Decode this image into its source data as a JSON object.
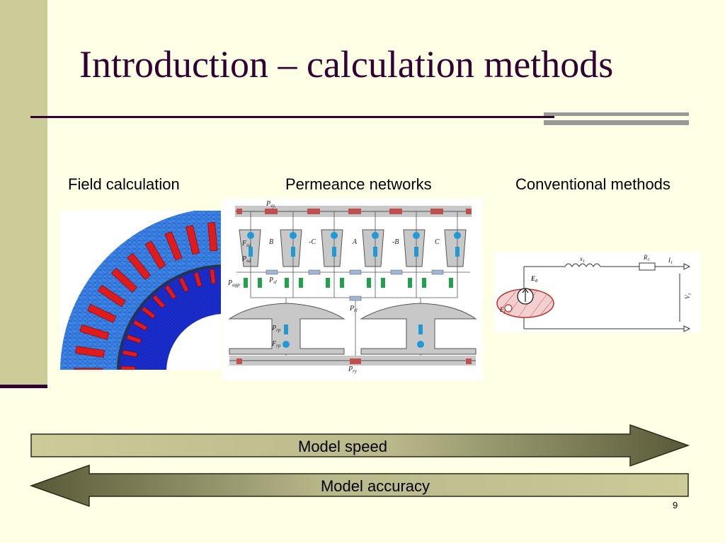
{
  "slide": {
    "title": "Introduction – calculation methods",
    "page_number": "9"
  },
  "columns": [
    {
      "label": "Field calculation"
    },
    {
      "label": "Permeance networks"
    },
    {
      "label": "Conventional methods"
    }
  ],
  "network": {
    "top_label": "P",
    "top_sub": "sy,",
    "phases": [
      "B",
      "-C",
      "A",
      "-B",
      "C"
    ],
    "labels": [
      {
        "main": "F",
        "sub": "sd"
      },
      {
        "main": "P",
        "sub": "sd"
      },
      {
        "main": "P",
        "sub": "sl"
      },
      {
        "main": "P",
        "sub": "agp"
      },
      {
        "main": "P",
        "sub": "rl"
      },
      {
        "main": "P",
        "sub": "rp"
      },
      {
        "main": "F",
        "sub": "rp"
      },
      {
        "main": "P",
        "sub": "ry"
      }
    ]
  },
  "circuit": {
    "reactance": {
      "main": "x",
      "sub": "1"
    },
    "resistance": {
      "main": "R",
      "sub": "1"
    },
    "current": {
      "main": "I",
      "sub": "1"
    },
    "voltage": {
      "main": "V",
      "sub": "1"
    },
    "emf": {
      "main": "E",
      "sub": "0"
    },
    "field": {
      "main": "F",
      "sub": "f"
    }
  },
  "arrows": {
    "speed_label": "Model speed",
    "accuracy_label": "Model accuracy"
  },
  "colors": {
    "background": "#ffffe5",
    "accent": "#330033",
    "side_band": "#cccc99",
    "arrow_light": "#cccc99",
    "arrow_dark": "#595938"
  }
}
